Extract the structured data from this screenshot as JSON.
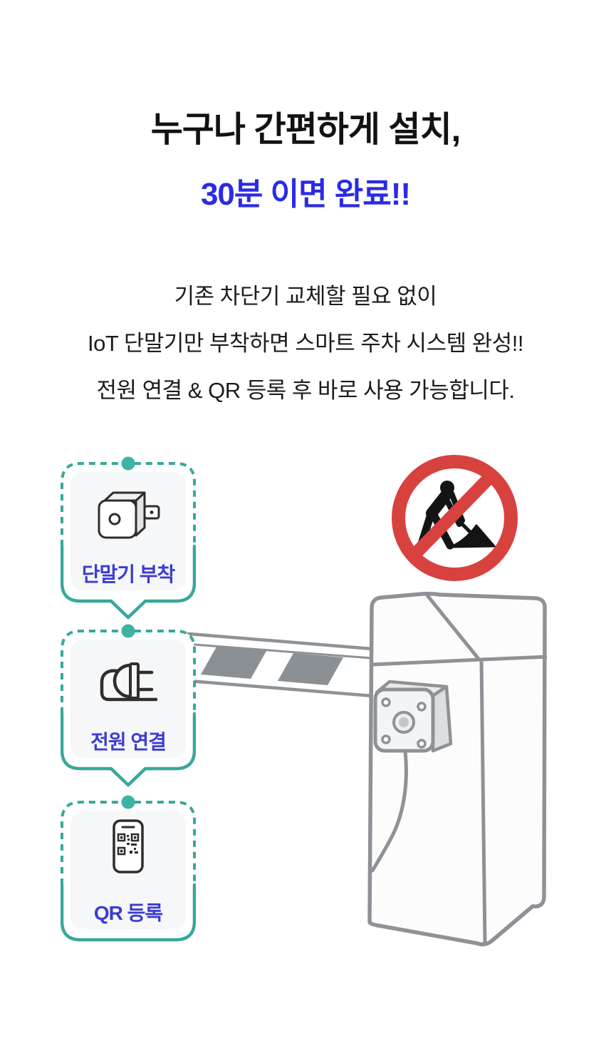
{
  "page": {
    "background": "#ffffff"
  },
  "header": {
    "title": "누구나 간편하게 설치,",
    "subtitle": "30분 이면 완료!!",
    "title_color": "#121212",
    "subtitle_color": "#2b2be4"
  },
  "description": {
    "lines": [
      "기존 차단기 교체할 필요 없이",
      "IoT 단말기만 부착하면 스마트 주차 시스템 완성!!",
      "전원 연결 & QR 등록 후 바로 사용 가능합니다."
    ],
    "color": "#1c1c1c"
  },
  "steps": {
    "border_color": "#37a89a",
    "dot_color": "#3eb3a4",
    "label_color": "#3c3cd2",
    "card_bg": "#f6f7f8",
    "items": [
      {
        "label": "단말기 부착",
        "icon": "iot-device-icon"
      },
      {
        "label": "전원 연결",
        "icon": "power-plug-icon"
      },
      {
        "label": "QR 등록",
        "icon": "qr-phone-icon"
      }
    ]
  },
  "illustration": {
    "sign": {
      "name": "no-construction-sign",
      "ring_color": "#d8423e",
      "figure_color": "#141414"
    },
    "barrier": {
      "name": "parking-barrier-gate",
      "outline_color": "#8e9296",
      "stripe_color": "#8b9094"
    }
  }
}
